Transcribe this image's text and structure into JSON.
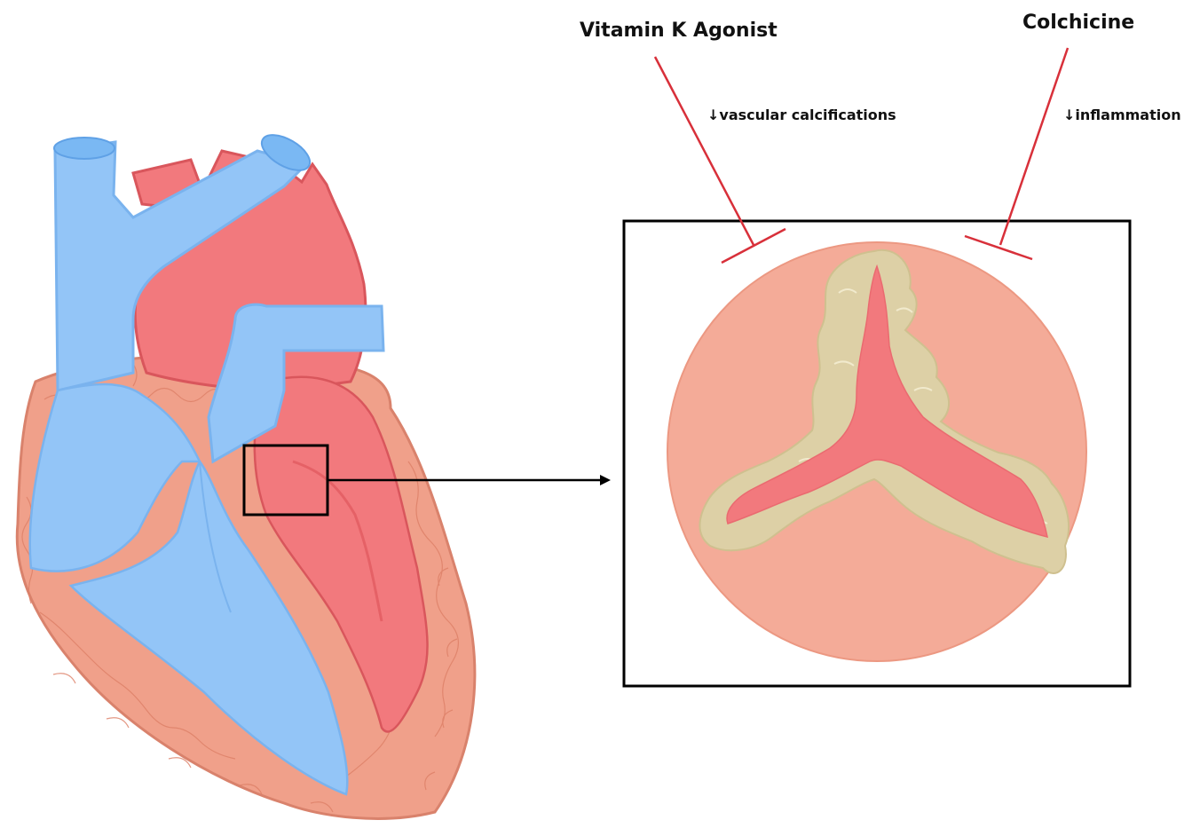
{
  "labels": {
    "drug1": "Vitamin K Agonist",
    "drug2": "Colchicine",
    "effect1": "↓vascular calcifications",
    "effect2": "↓inflammation"
  },
  "colors": {
    "vein_blue": "#93c5f7",
    "vein_outline": "#7ab3ee",
    "artery_red": "#f2797d",
    "muscle_salmon": "#f0a08a",
    "valve_disc": "#f4ab98",
    "calcification": "#ddd0a6",
    "inhibition_red": "#d8303a"
  }
}
